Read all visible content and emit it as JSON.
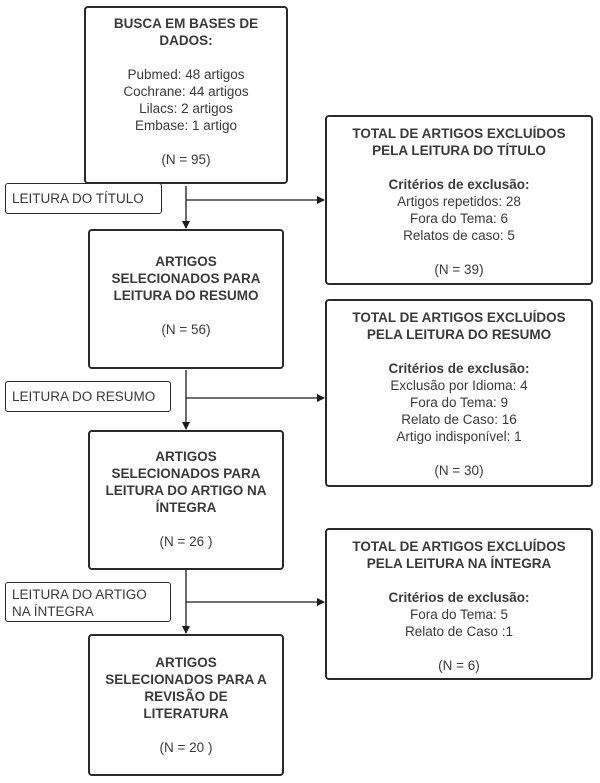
{
  "left_boxes": [
    {
      "title": "BUSCA EM BASES DE DADOS:",
      "lines": [
        "Pubmed: 48 artigos",
        "Cochrane: 44 artigos",
        "Lilacs: 2 artigos",
        "Embase: 1 artigo"
      ],
      "count": "(N = 95)"
    },
    {
      "title": "ARTIGOS SELECIONADOS PARA LEITURA DO RESUMO",
      "count": "(N = 56)"
    },
    {
      "title": "ARTIGOS SELECIONADOS PARA LEITURA DO ARTIGO NA ÍNTEGRA",
      "count": "(N = 26 )"
    },
    {
      "title": "ARTIGOS SELECIONADOS PARA A REVISÃO DE LITERATURA",
      "count": "(N = 20 )"
    }
  ],
  "right_boxes": [
    {
      "title": "TOTAL DE ARTIGOS EXCLUÍDOS PELA LEITURA DO TÍTULO",
      "criteria_label": "Critérios de exclusão:",
      "lines": [
        "Artigos repetidos: 28",
        "Fora do Tema: 6",
        "Relatos de caso: 5"
      ],
      "count": "(N = 39)"
    },
    {
      "title": "TOTAL DE ARTIGOS EXCLUÍDOS PELA LEITURA DO RESUMO",
      "criteria_label": "Critérios de exclusão:",
      "lines": [
        "Exclusão por Idioma: 4",
        "Fora do Tema: 9",
        "Relato de Caso: 16",
        "Artigo indisponível: 1"
      ],
      "count": "(N = 30)"
    },
    {
      "title": "TOTAL DE ARTIGOS EXCLUÍDOS PELA LEITURA NA ÍNTEGRA",
      "criteria_label": "Critérios de exclusão:",
      "lines": [
        "Fora do Tema: 5",
        "Relato de Caso :1"
      ],
      "count": "(N = 6)"
    }
  ],
  "step_labels": [
    "LEITURA DO TÍTULO",
    "LEITURA DO RESUMO",
    "LEITURA DO ARTIGO NA ÍNTEGRA"
  ]
}
